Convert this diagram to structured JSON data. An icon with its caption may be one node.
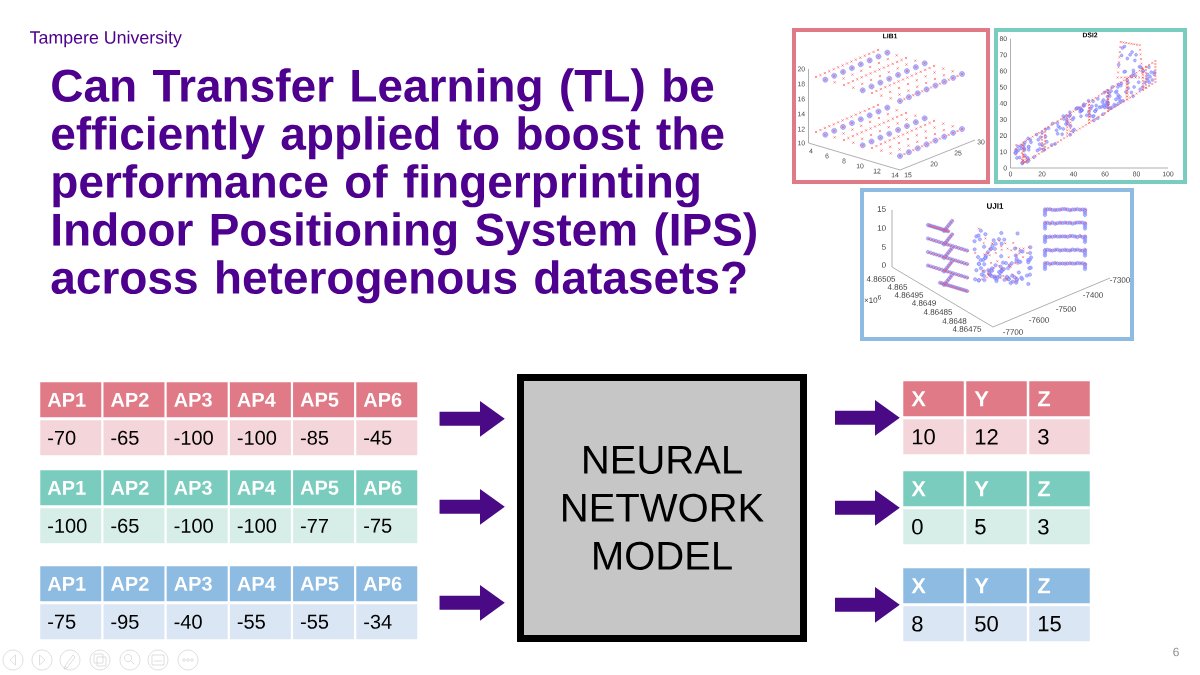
{
  "diagram": {
    "title": "Can Transfer Learning (TL) be efficiently applied to boost the performance of fingerprinting Indoor Positioning System (IPS) across heterogenous datasets?",
    "nodes": [
      {
        "text": [
          "LIB1",
          "20",
          "18",
          "16",
          "14",
          "12",
          "10",
          "4",
          "6",
          "8",
          "10",
          "12",
          "14",
          "15",
          "20",
          "25",
          "30"
        ]
      },
      {
        "text": [
          "DSI2",
          "80",
          "70",
          "60",
          "50",
          "40",
          "30",
          "20",
          "10",
          "0",
          "0",
          "20",
          "40",
          "60",
          "80",
          "100"
        ]
      },
      {
        "text": [
          "UJI1",
          "15",
          "10",
          "5",
          "0",
          "4.86505",
          "4.865",
          "4.86495",
          "4.8649",
          "4.86485",
          "4.8648",
          "4.86475",
          "×10$^{6}$",
          "-7300",
          "-7400",
          "-7500",
          "-7600",
          "-7700"
        ]
      },
      {
        "text": [
          "AP1",
          "AP2",
          "AP3",
          "AP4",
          "AP5",
          "AP6",
          "-70",
          "-65",
          "-100",
          "-100",
          "-85",
          "-45"
        ]
      },
      {
        "text": [
          "AP1",
          "AP2",
          "AP3",
          "AP4",
          "AP5",
          "AP6",
          "-100",
          "-65",
          "-100",
          "-100",
          "-77",
          "-75"
        ]
      },
      {
        "text": [
          "AP1",
          "AP2",
          "AP3",
          "AP4",
          "AP5",
          "AP6",
          "-75",
          "-95",
          "-40",
          "-55",
          "-55",
          "-34"
        ]
      },
      {
        "text": [
          "NEURAL NETWORK MODEL"
        ]
      },
      {
        "text": [
          "X",
          "Y",
          "Z",
          "10",
          "12",
          "3"
        ]
      },
      {
        "text": [
          "X",
          "Y",
          "Z",
          "0",
          "5",
          "3"
        ]
      },
      {
        "text": [
          "X",
          "Y",
          "Z",
          "8",
          "50",
          "15"
        ]
      }
    ],
    "edges": [
      {
        "from": 3,
        "to": 6,
        "arrow": "to"
      },
      {
        "from": 4,
        "to": 6,
        "arrow": "to"
      },
      {
        "from": 5,
        "to": 6,
        "arrow": "to"
      },
      {
        "from": 6,
        "to": 7,
        "arrow": "to"
      },
      {
        "from": 6,
        "to": 8,
        "arrow": "to"
      },
      {
        "from": 6,
        "to": 9,
        "arrow": "to"
      }
    ],
    "labels": [
      "Tampere University",
      "6"
    ]
  }
}
